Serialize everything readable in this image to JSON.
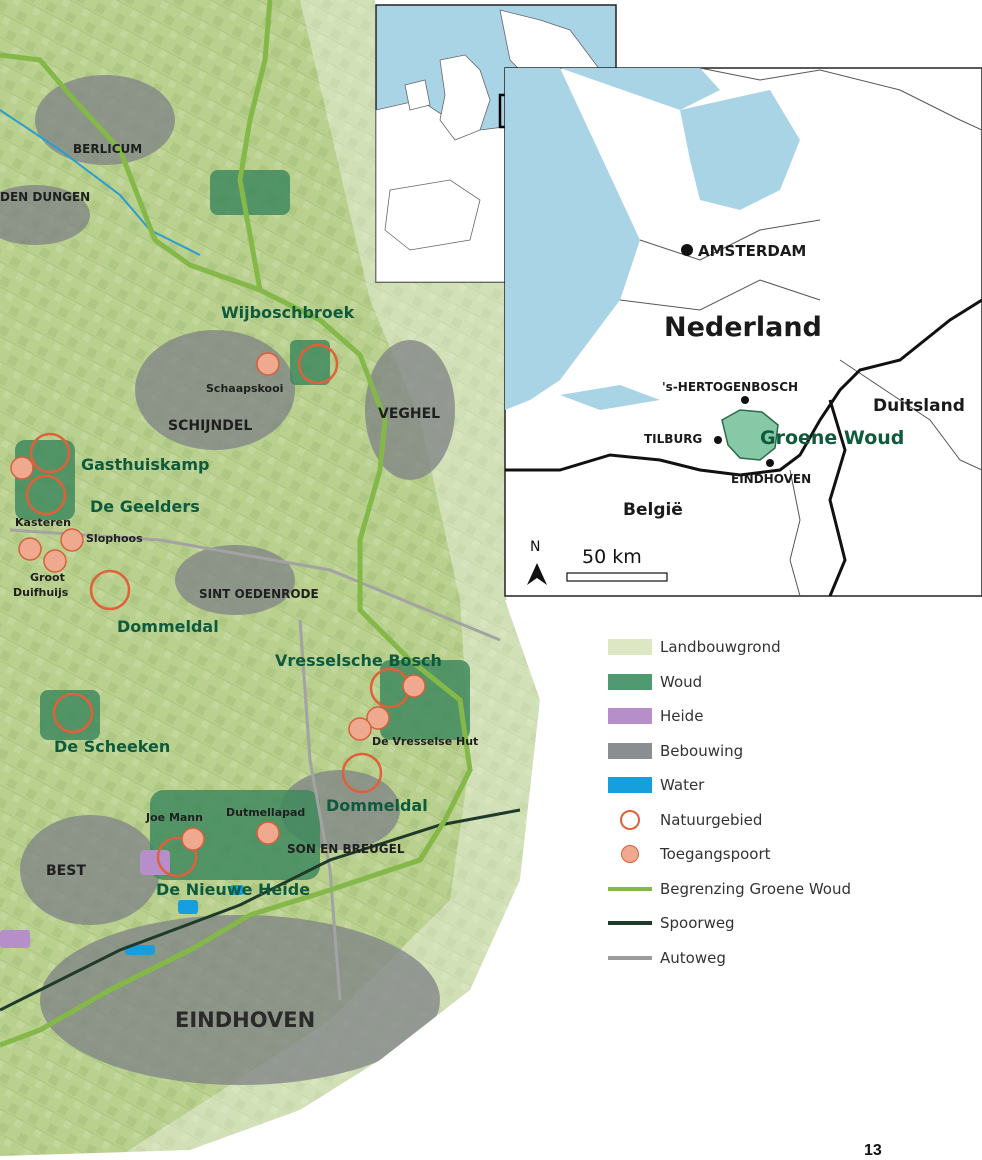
{
  "map": {
    "towns": [
      "BERLICUM",
      "DEN DUNGEN",
      "SCHIJNDEL",
      "VEGHEL",
      "SINT OEDENRODE",
      "SON EN BREUGEL",
      "BEST",
      "EINDHOVEN"
    ],
    "nature_areas": [
      "Wijboschbroek",
      "Gasthuiskamp",
      "De Geelders",
      "Dommeldal",
      "Vresselsche Bosch",
      "De Scheeken",
      "Dommeldal",
      "De Nieuwe Heide"
    ],
    "access_points": [
      "Schaapskooi",
      "Kasteren",
      "Slophoos",
      "Groot",
      "Duifhuijs",
      "De Vresselse Hut",
      "Joe Mann",
      "Dutmellapad"
    ]
  },
  "inset": {
    "cities": [
      "AMSTERDAM",
      "'s-HERTOGENBOSCH",
      "TILBURG",
      "EINDHOVEN"
    ],
    "countries": [
      "Nederland",
      "Duitsland",
      "België"
    ],
    "region_label": "Groene Woud",
    "north_label": "N",
    "scale_label": "50 km"
  },
  "legend": {
    "items": [
      {
        "label": "Landbouwgrond",
        "icon": "swatch",
        "color": "#dde7c4"
      },
      {
        "label": "Woud",
        "icon": "swatch",
        "color": "#4f9a70"
      },
      {
        "label": "Heide",
        "icon": "swatch",
        "color": "#b68fca"
      },
      {
        "label": "Bebouwing",
        "icon": "swatch",
        "color": "#8b8e91"
      },
      {
        "label": "Water",
        "icon": "swatch",
        "color": "#169fdc"
      },
      {
        "label": "Natuurgebied",
        "icon": "ring",
        "color": "#e0603a"
      },
      {
        "label": "Toegangspoort",
        "icon": "dot",
        "color": "#eea98f"
      },
      {
        "label": "Begrenzing Groene Woud",
        "icon": "line",
        "color": "#84b848"
      },
      {
        "label": "Spoorweg",
        "icon": "line",
        "color": "#1f3a2a"
      },
      {
        "label": "Autoweg",
        "icon": "line",
        "color": "#9b9b9b"
      }
    ]
  },
  "page_number": "13"
}
